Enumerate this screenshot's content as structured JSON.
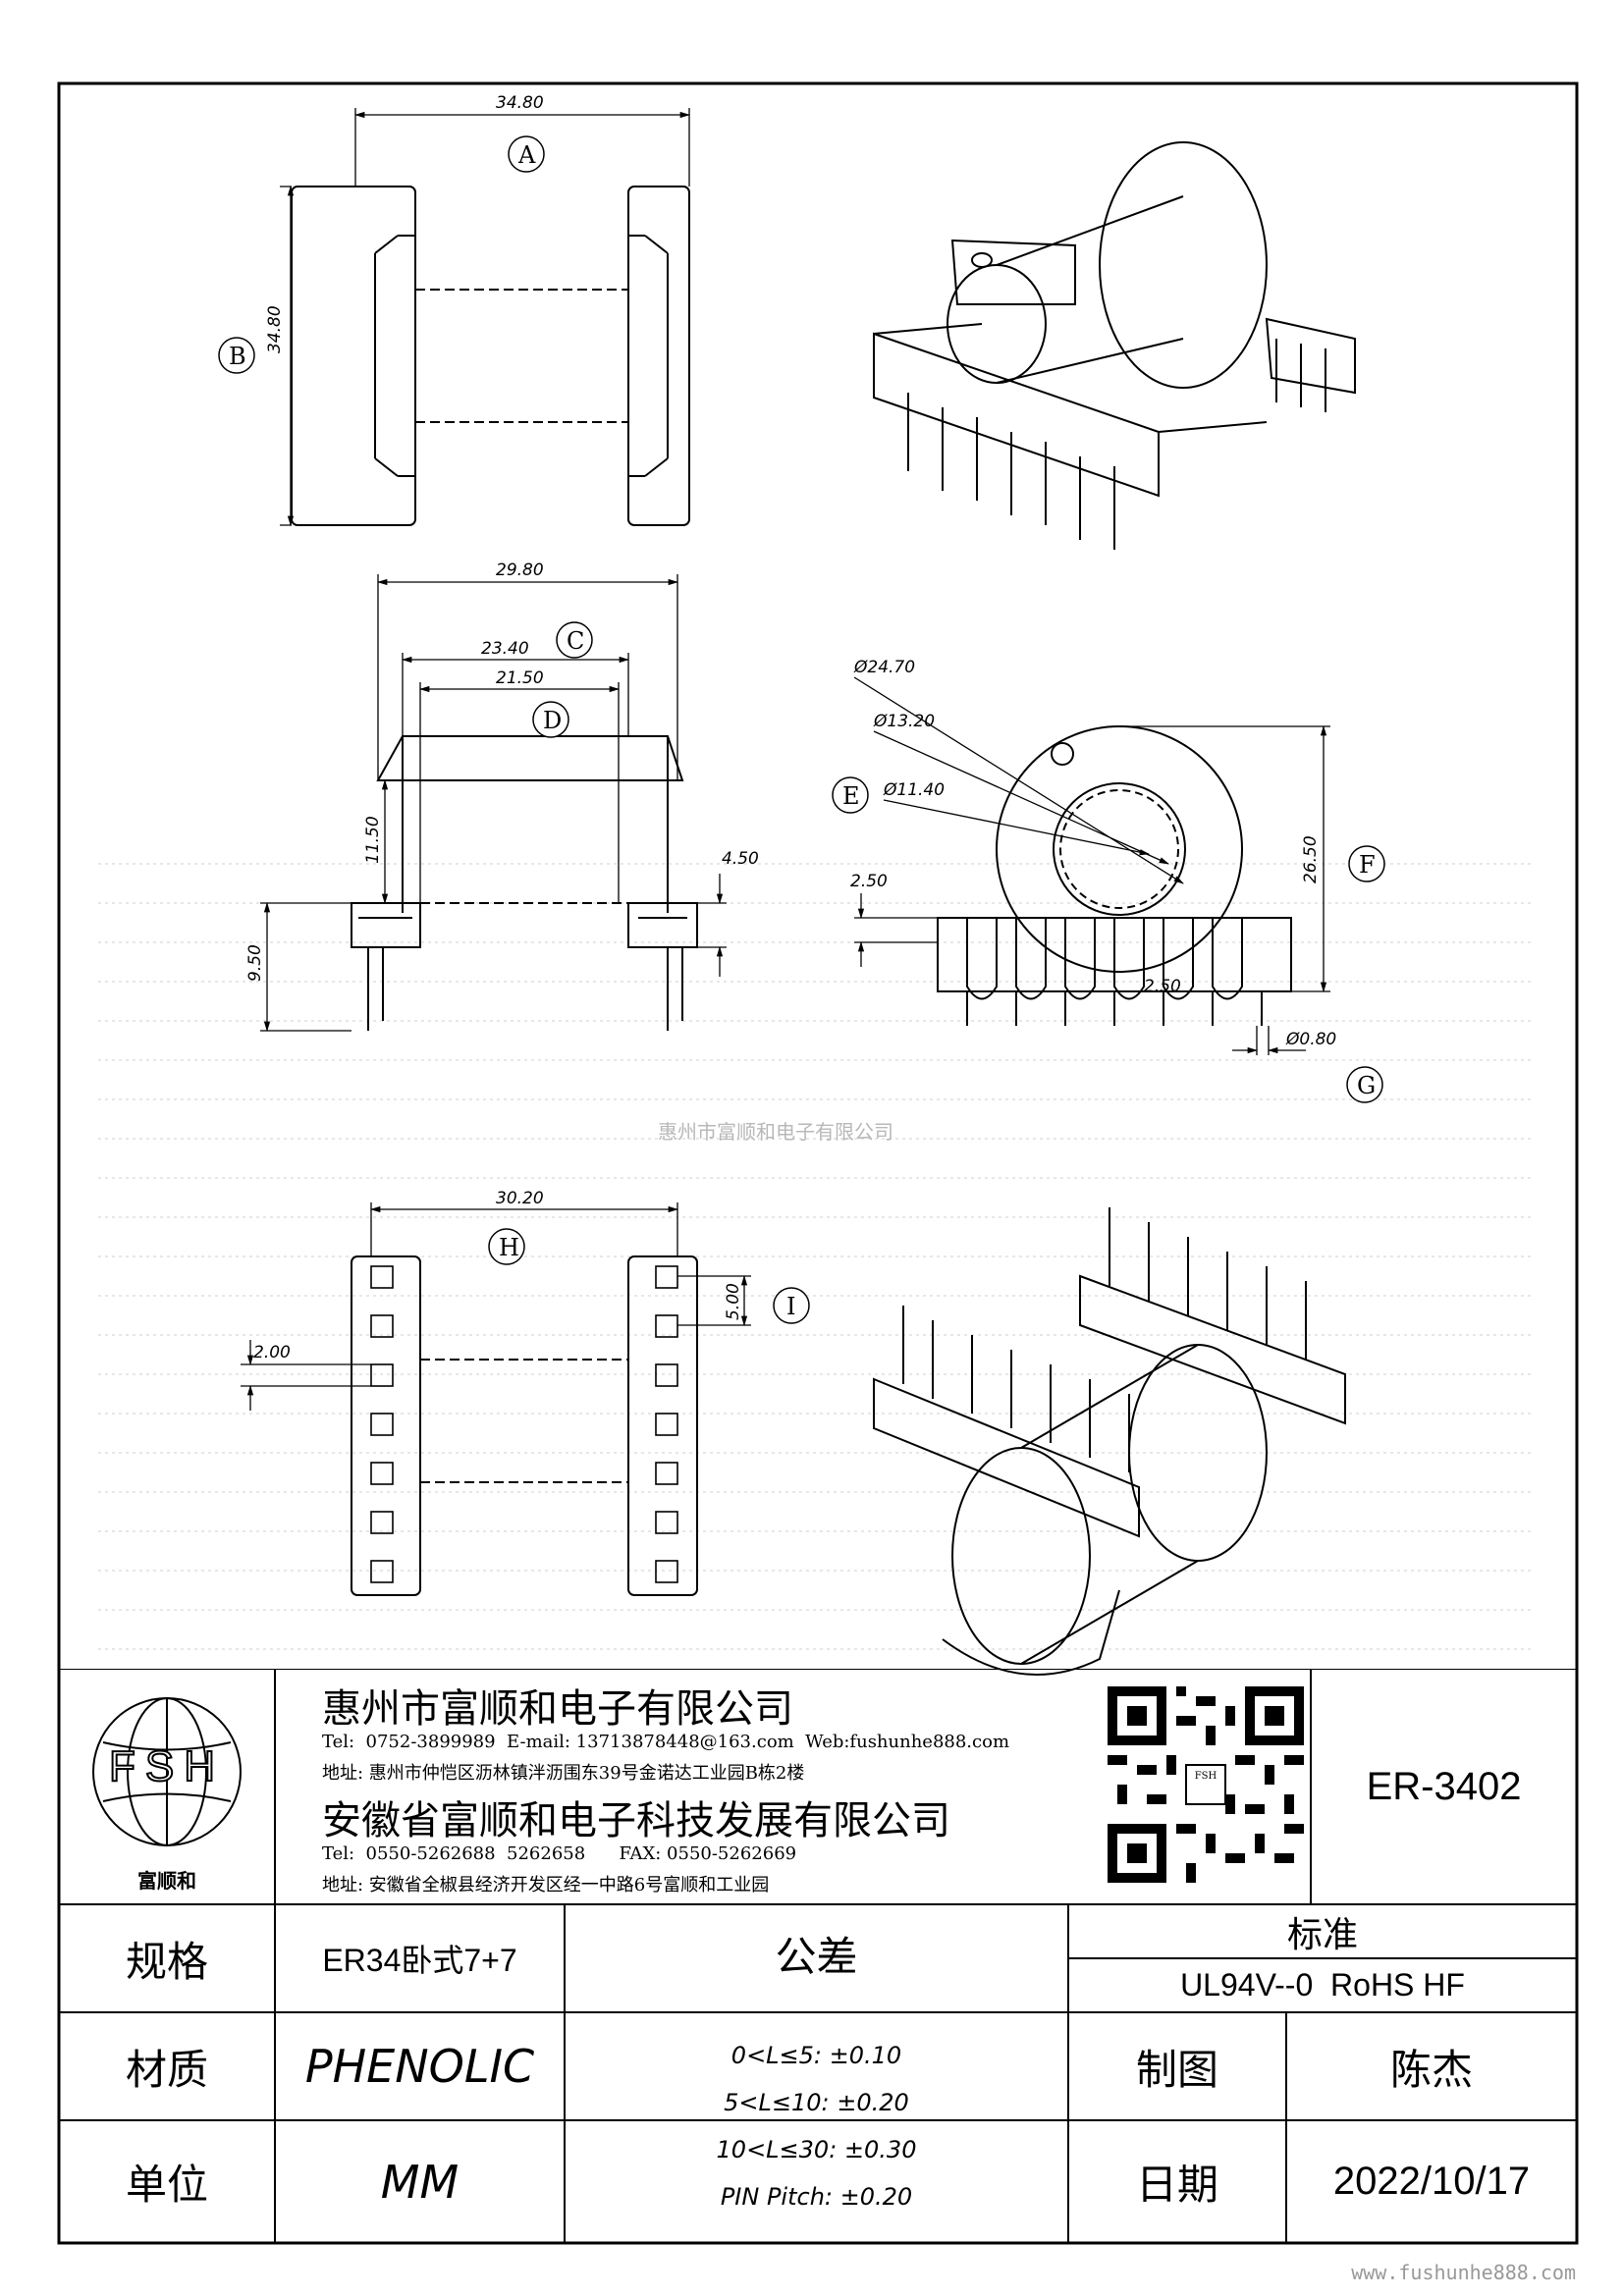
{
  "dimensions": {
    "a_width": "34.80",
    "b_height": "34.80",
    "overall_width": "29.80",
    "flange_span": "23.40",
    "core_window": "21.50",
    "tube_height": "11.50",
    "base_height": "9.50",
    "tab_height": "4.50",
    "pin_step_height": "2.50",
    "d_outer": "Ø24.70",
    "d_mid": "Ø13.20",
    "d_inner": "Ø11.40",
    "total_height": "26.50",
    "pitch": "2.50",
    "pin_dia": "Ø0.80",
    "row_span": "30.20",
    "pin_pitch_row": "5.00",
    "pin_width": "2.00"
  },
  "callouts": [
    "A",
    "B",
    "C",
    "D",
    "E",
    "F",
    "G",
    "H",
    "I"
  ],
  "watermark": "惠州市富顺和电子有限公司",
  "footer_url": "www.fushunhe888.com",
  "title_block": {
    "logo_text": "FSH",
    "logo_caption": "富顺和",
    "company1": "惠州市富顺和电子有限公司",
    "company1_contact": "Tel:  0752-3899989  E-mail: 13713878448@163.com  Web:fushunhe888.com",
    "company1_address": "地址: 惠州市仲恺区沥林镇泮沥围东39号金诺达工业园B栋2楼",
    "company2": "安徽省富顺和电子科技发展有限公司",
    "company2_contact": "Tel:  0550-5262688  5262658      FAX: 0550-5262669",
    "company2_address": "地址: 安徽省全椒县经济开发区经一中路6号富顺和工业园",
    "qr_caption": "FSH",
    "part_number": "ER-3402",
    "spec_label": "规格",
    "spec_value": "ER34卧式7+7",
    "material_label": "材质",
    "material_value": "PHENOLIC",
    "unit_label": "单位",
    "unit_value": "MM",
    "tolerance_label": "公差",
    "tolerances": [
      "0<L≤5: ±0.10",
      "5<L≤10: ±0.20",
      "10<L≤30: ±0.30",
      "PIN Pitch: ±0.20"
    ],
    "standard_label": "标准",
    "standard_value": "UL94V--0  RoHS HF",
    "drawn_label": "制图",
    "drawn_value": "陈杰",
    "date_label": "日期",
    "date_value": "2022/10/17"
  }
}
